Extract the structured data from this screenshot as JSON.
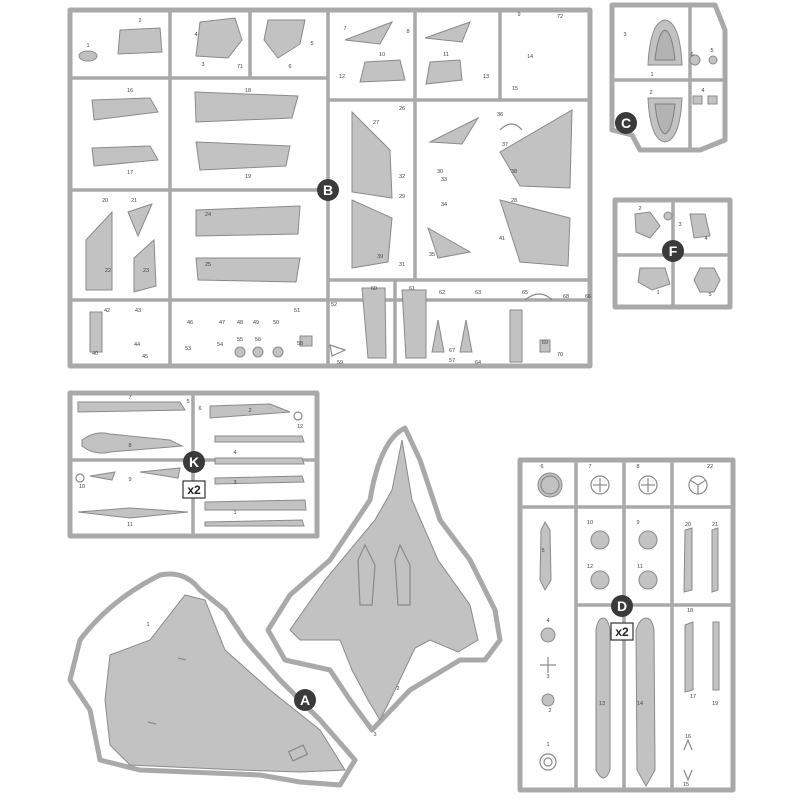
{
  "sprues": [
    {
      "id": "sprue-a",
      "label": "A",
      "parts": [
        "1",
        "2",
        "3"
      ]
    },
    {
      "id": "sprue-b",
      "label": "B",
      "parts": [
        "1",
        "2",
        "3",
        "4",
        "5",
        "6",
        "7",
        "8",
        "9",
        "10",
        "11",
        "12",
        "13",
        "14",
        "15",
        "16",
        "17",
        "18",
        "19",
        "20",
        "21",
        "22",
        "23",
        "24",
        "25",
        "26",
        "27",
        "28",
        "29",
        "30",
        "31",
        "32",
        "33",
        "34",
        "35",
        "36",
        "37",
        "38",
        "39",
        "40",
        "41",
        "42",
        "43",
        "44",
        "45",
        "46",
        "47",
        "48",
        "49",
        "50",
        "51",
        "52",
        "53",
        "54",
        "55",
        "56",
        "57",
        "58",
        "59",
        "60",
        "61",
        "62",
        "63",
        "64",
        "65",
        "66",
        "67",
        "68",
        "69",
        "70",
        "71",
        "72"
      ]
    },
    {
      "id": "sprue-c",
      "label": "C",
      "parts": [
        "1",
        "2",
        "3",
        "4",
        "5",
        "6"
      ]
    },
    {
      "id": "sprue-d",
      "label": "D",
      "quantity": "x2",
      "parts": [
        "1",
        "2",
        "3",
        "4",
        "5",
        "6",
        "7",
        "8",
        "9",
        "10",
        "11",
        "12",
        "13",
        "14",
        "15",
        "16",
        "17",
        "18",
        "19",
        "20",
        "21",
        "22"
      ]
    },
    {
      "id": "sprue-f",
      "label": "F",
      "parts": [
        "1",
        "2",
        "3",
        "4",
        "5"
      ]
    },
    {
      "id": "sprue-k",
      "label": "K",
      "quantity": "x2",
      "parts": [
        "1",
        "2",
        "3",
        "4",
        "5",
        "6",
        "7",
        "8",
        "9",
        "10",
        "11",
        "12"
      ]
    }
  ],
  "colors": {
    "frame": "#a9a9a9",
    "part": "#c2c2c2",
    "tag": "#3a3a3a"
  }
}
